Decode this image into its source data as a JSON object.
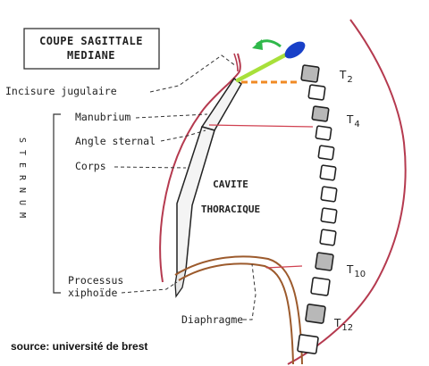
{
  "title": {
    "line1": "COUPE SAGITTALE",
    "line2": "MEDIANE"
  },
  "sternum_label": [
    "S",
    "T",
    "E",
    "R",
    "N",
    "U",
    "M"
  ],
  "labels": {
    "incisure": "Incisure  jugulaire",
    "manubrium": "Manubrium",
    "angle": "Angle sternal",
    "corps": "Corps",
    "processus": "Processus",
    "xiphoide": "xiphoïde",
    "diaphragme": "Diaphragme",
    "cavite1": "CAVITE",
    "cavite2": "THORACIQUE"
  },
  "vertebrae": {
    "t2": {
      "letter": "T",
      "sub": "2"
    },
    "t4": {
      "letter": "T",
      "sub": "4"
    },
    "t10": {
      "letter": "T",
      "sub": "10"
    },
    "t12": {
      "letter": "T",
      "sub": "12"
    }
  },
  "source": "source: université de brest",
  "colors": {
    "skin": "#b53a4f",
    "diaphragm": "#9c5a2c",
    "marker_green": "#a8e03a",
    "marker_blue": "#1840c8",
    "marker_orange": "#f08a24",
    "arrow_green": "#2fb84a",
    "level_line": "#d04050"
  }
}
